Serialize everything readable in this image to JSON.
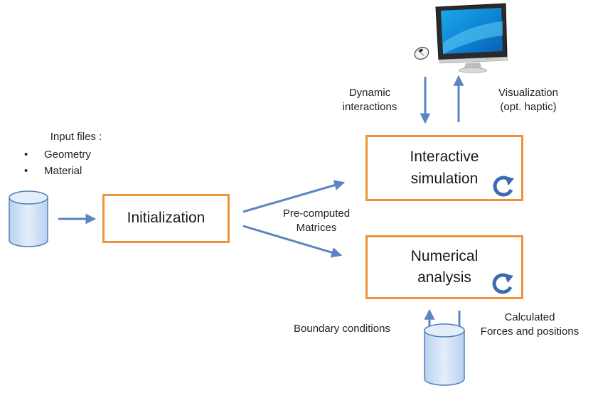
{
  "input_files": {
    "heading": "Input files :",
    "items": [
      "Geometry",
      "Material"
    ]
  },
  "boxes": {
    "initialization": "Initialization",
    "interactive_simulation": "Interactive\nsimulation",
    "numerical_analysis": "Numerical\nanalysis"
  },
  "labels": {
    "precomputed": "Pre-computed\nMatrices",
    "dynamic_interactions": "Dynamic\ninteractions",
    "visualization": "Visualization\n(opt. haptic)",
    "boundary_conditions": "Boundary conditions",
    "calculated": "Calculated\nForces and positions"
  },
  "colors": {
    "box_border": "#f0923a",
    "arrow": "#5b84c0",
    "database_fill": "#cfe0f5",
    "database_stroke": "#4f81bd",
    "loop_icon": "#3b6bb0"
  },
  "icons": {
    "database": "database-icon",
    "monitor": "monitor-icon",
    "mouse": "mouse-icon",
    "loop": "refresh-icon"
  }
}
